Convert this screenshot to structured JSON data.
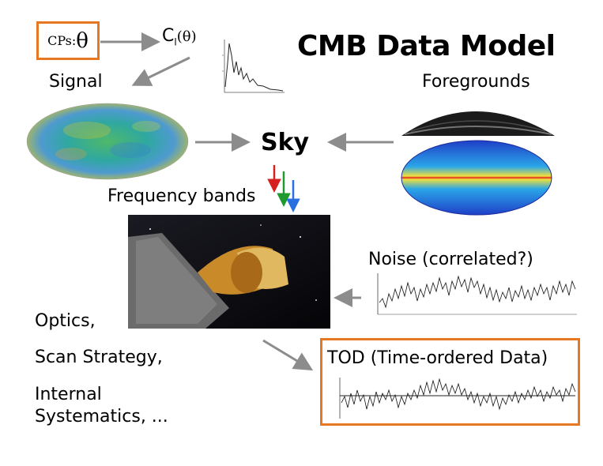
{
  "title": "CMB Data Model",
  "cps": {
    "label": "CPs:",
    "symbol": "θ"
  },
  "cl": {
    "letter": "C",
    "sub": "l",
    "arg": "(θ)"
  },
  "labels": {
    "signal": "Signal",
    "foregrounds": "Foregrounds",
    "sky": "Sky",
    "frequency_bands": "Frequency bands",
    "noise": "Noise (correlated?)",
    "tod": "TOD (Time-ordered Data)"
  },
  "systematics": [
    "Optics,",
    "Scan Strategy,",
    "Internal",
    "Systematics, ..."
  ],
  "colors": {
    "box_border": "#e87722",
    "arrow_gray": "#8c8c8c",
    "band_red": "#d62020",
    "band_green": "#1f9a2e",
    "band_blue": "#2a6fe0"
  }
}
